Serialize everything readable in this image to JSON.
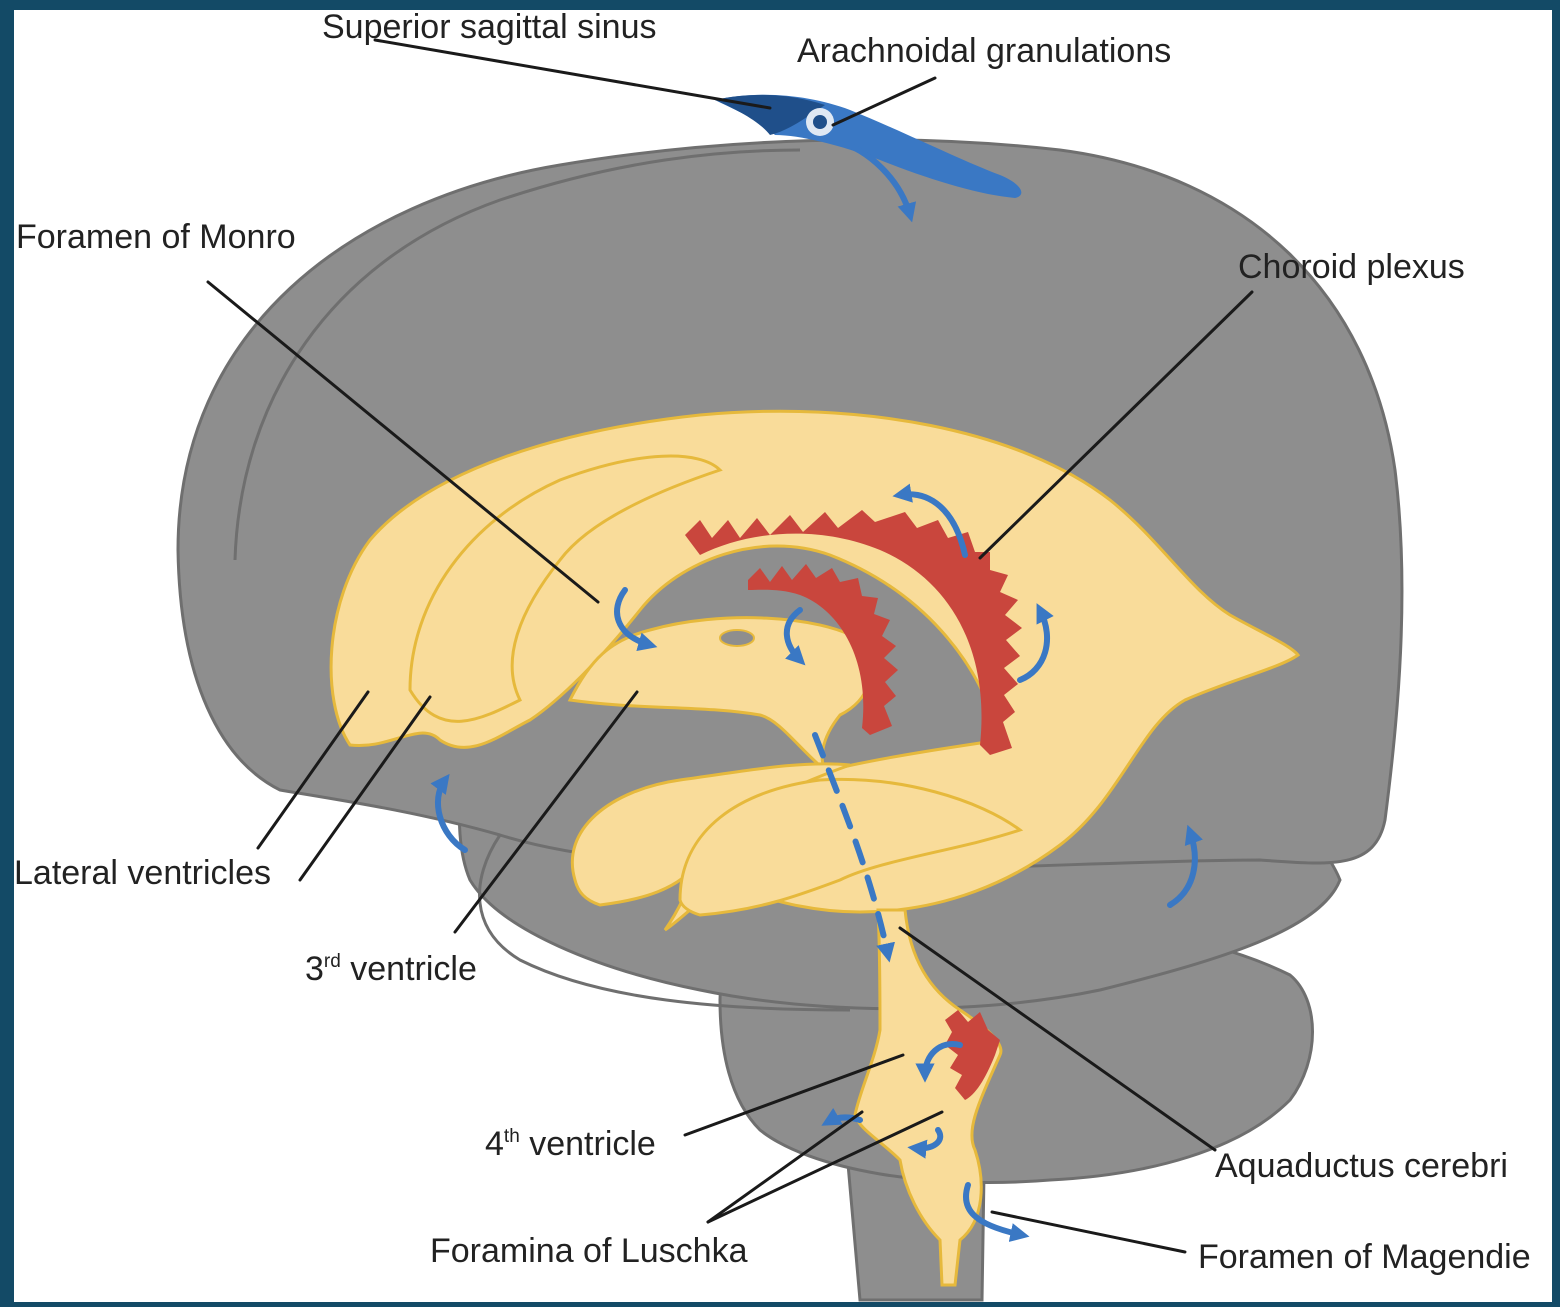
{
  "labels": {
    "superior_sagittal_sinus": "Superior sagittal sinus",
    "arachnoidal_granulations": "Arachnoidal granulations",
    "foramen_of_monro": "Foramen of Monro",
    "choroid_plexus": "Choroid plexus",
    "lateral_ventricles": "Lateral ventricles",
    "third_ventricle_num": "3",
    "third_ventricle_sup": "rd",
    "third_ventricle_word": " ventricle",
    "fourth_ventricle_num": "4",
    "fourth_ventricle_sup": "th",
    "fourth_ventricle_word": " ventricle",
    "aquaductus_cerebri": "Aquaductus cerebri",
    "foramina_of_luschka": "Foramina of Luschka",
    "foramen_of_magendie": "Foramen of Magendie"
  },
  "colors": {
    "background": "#134a66",
    "panel": "#ffffff",
    "brain": "#8e8e8e",
    "brain_outline": "#6f6f6f",
    "ventricle": "#f9dc9a",
    "ventricle_outline": "#e6b93c",
    "choroid": "#c9463d",
    "flow_arrow": "#3a78c4",
    "sinus_dark": "#1f4f8a",
    "sinus_light": "#3a78c4"
  }
}
